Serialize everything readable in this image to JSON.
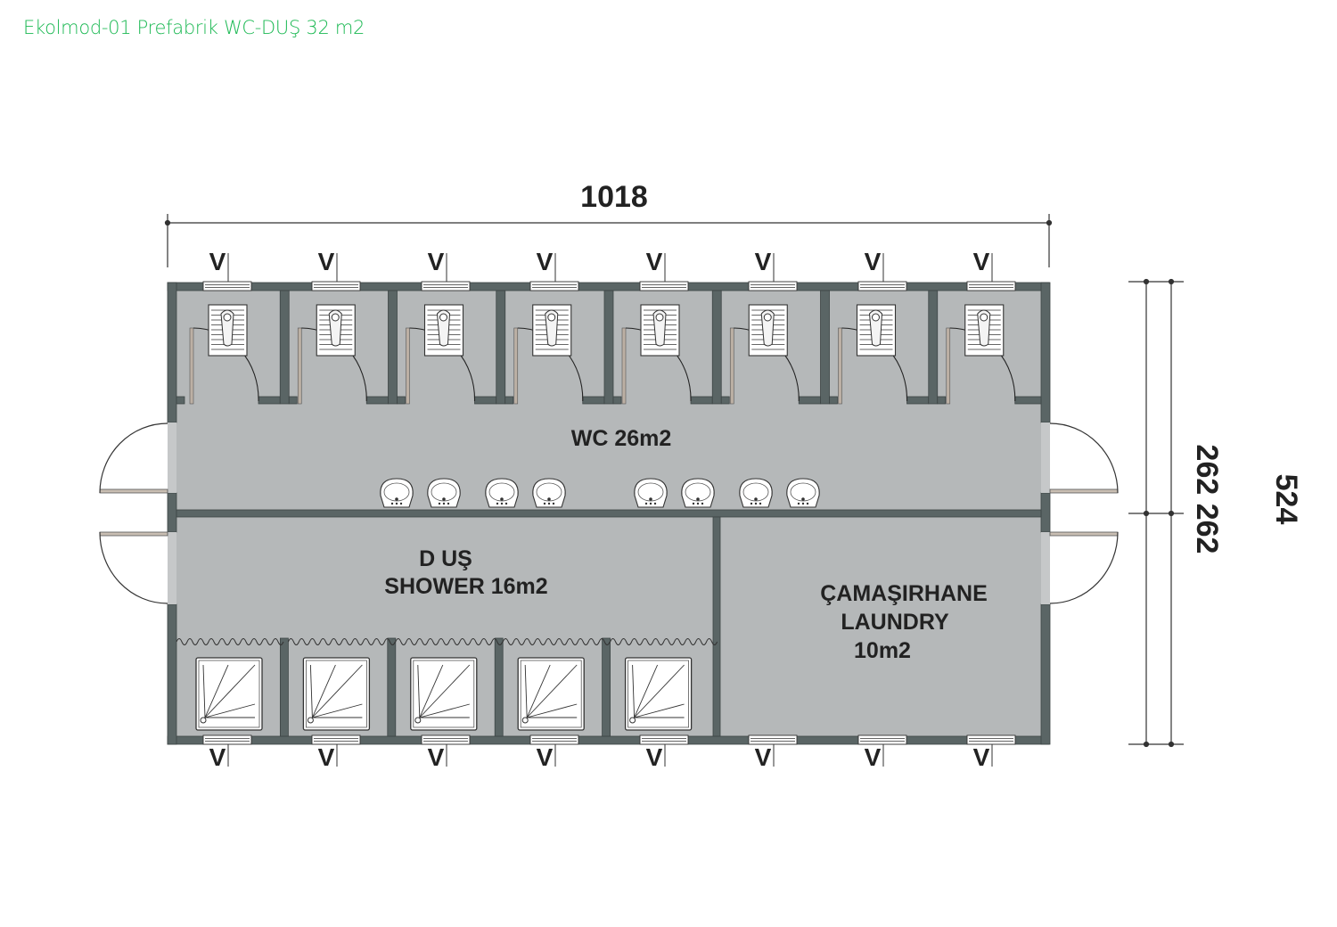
{
  "title": "Ekolmod-01 Prefabrik WC-DUŞ 32 m2",
  "dimensions": {
    "width": "1018",
    "half_heights": "262 262",
    "height": "524"
  },
  "rooms": {
    "wc": "WC 26m2",
    "shower_line1": "D UŞ",
    "shower_line2": "SHOWER 16m2",
    "laundry_line1": "ÇAMAŞIRHANE",
    "laundry_line2": "LAUNDRY",
    "laundry_line3": "10m2"
  },
  "vent_label": "V",
  "counts": {
    "wc_cubicles": 8,
    "sinks": 8,
    "showers": 5,
    "top_vents": 8,
    "bottom_vents": 8
  },
  "colors": {
    "wall": "#5a6565",
    "floor": "#b5b8b9",
    "title": "#1db954"
  }
}
